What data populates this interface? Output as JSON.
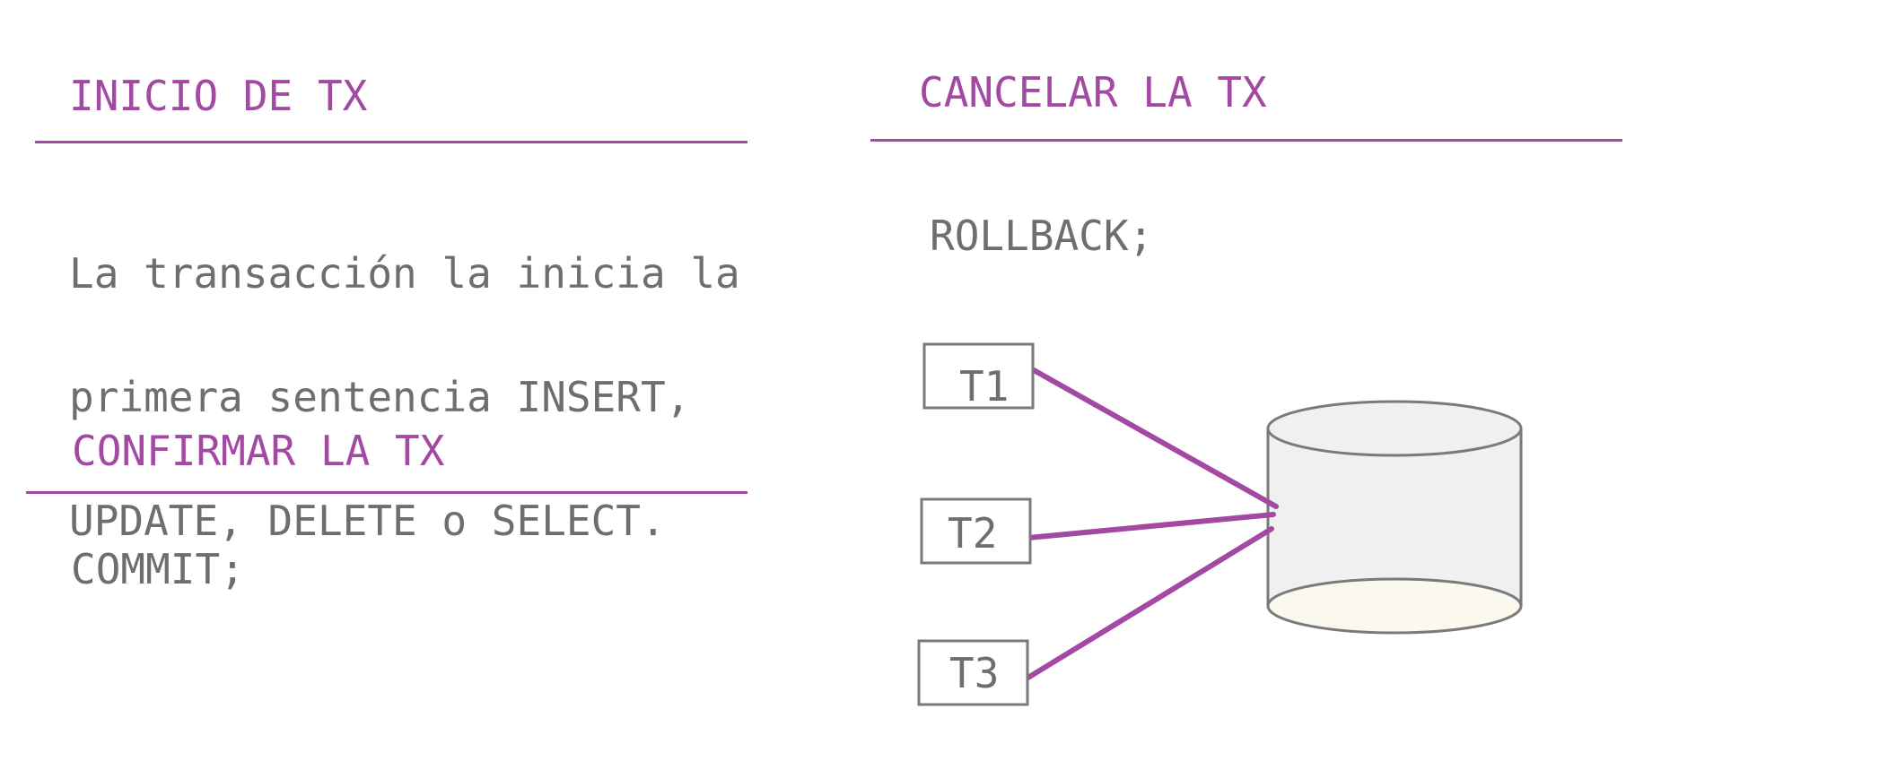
{
  "sections": {
    "inicio": {
      "title": "INICIO DE TX",
      "lines": [
        "La transacción la inicia la",
        "primera sentencia INSERT,",
        "UPDATE, DELETE o SELECT."
      ]
    },
    "confirmar": {
      "title": "CONFIRMAR LA TX",
      "statement": "COMMIT;"
    },
    "cancelar": {
      "title": "CANCELAR LA TX",
      "statement": "ROLLBACK;"
    }
  },
  "diagram": {
    "transactions": [
      "T1",
      "T2",
      "T3"
    ]
  },
  "colors": {
    "accent": "#a349a4",
    "text": "#6e6e6e",
    "box_border": "#7a7a7a",
    "cylinder_fill": "#f0f0f0",
    "cylinder_base": "#fbf8ee"
  }
}
